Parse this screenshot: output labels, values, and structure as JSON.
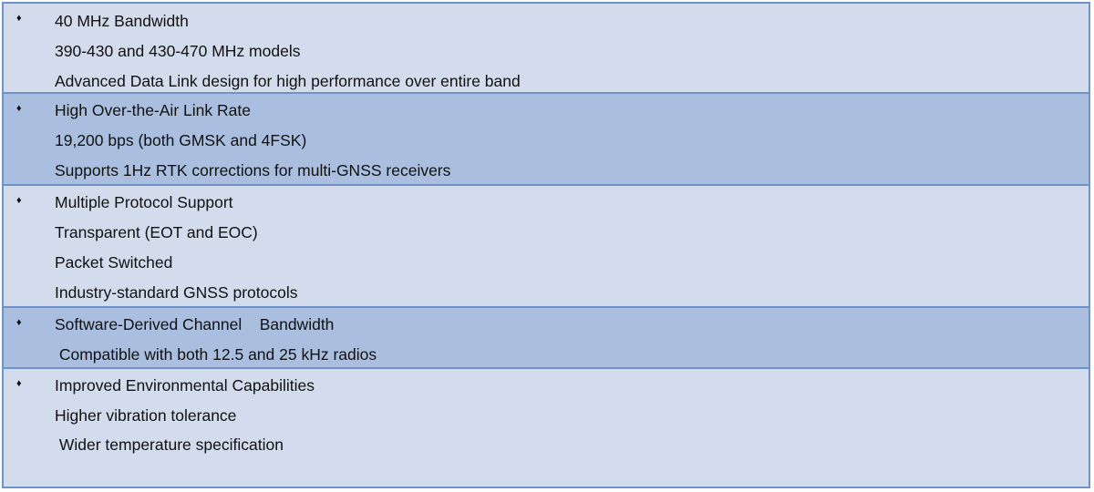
{
  "rows": [
    {
      "style": "light",
      "bullet": "♦",
      "title": "40 MHz Bandwidth",
      "lines": [
        "390-430 and 430-470 MHz models",
        "Advanced Data Link design for high performance over entire band"
      ]
    },
    {
      "style": "dark",
      "bullet": "♦",
      "title": "High Over-the-Air Link Rate",
      "lines": [
        "19,200 bps (both GMSK and 4FSK)",
        "Supports 1Hz RTK corrections for multi-GNSS receivers"
      ]
    },
    {
      "style": "light",
      "bullet": "♦",
      "title": "Multiple Protocol Support",
      "lines": [
        "Transparent (EOT and EOC)",
        "Packet Switched",
        "Industry-standard GNSS protocols"
      ]
    },
    {
      "style": "dark",
      "bullet": "♦",
      "title": "Software-Derived Channel    Bandwidth",
      "lines": [
        " Compatible with both 12.5 and 25 kHz radios"
      ]
    },
    {
      "style": "light",
      "bullet": "♦",
      "title": "Improved Environmental Capabilities",
      "lines": [
        "Higher vibration tolerance",
        " Wider temperature specification"
      ]
    }
  ]
}
